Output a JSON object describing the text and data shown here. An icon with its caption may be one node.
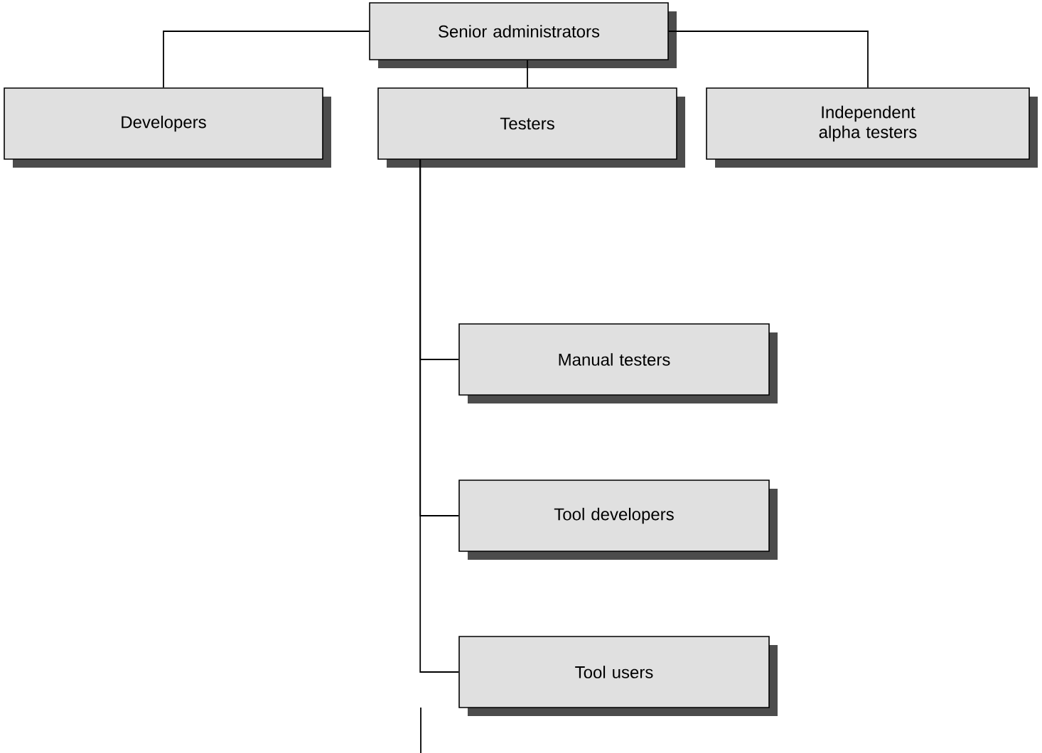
{
  "diagram": {
    "nodes": [
      {
        "text": [
          "Senior administrators"
        ]
      },
      {
        "text": [
          "Developers"
        ]
      },
      {
        "text": [
          "Testers"
        ]
      },
      {
        "text": [
          "Independent alpha testers"
        ]
      },
      {
        "text": [
          "Manual testers"
        ]
      },
      {
        "text": [
          "Tool developers"
        ]
      },
      {
        "text": [
          "Tool users"
        ]
      }
    ],
    "edges": [
      {
        "from": 0,
        "to": 1,
        "arrow": "none"
      },
      {
        "from": 0,
        "to": 2,
        "arrow": "none"
      },
      {
        "from": 0,
        "to": 3,
        "arrow": "none"
      },
      {
        "from": 2,
        "to": 4,
        "arrow": "none"
      },
      {
        "from": 2,
        "to": 5,
        "arrow": "none"
      },
      {
        "from": 2,
        "to": 6,
        "arrow": "none"
      }
    ]
  }
}
